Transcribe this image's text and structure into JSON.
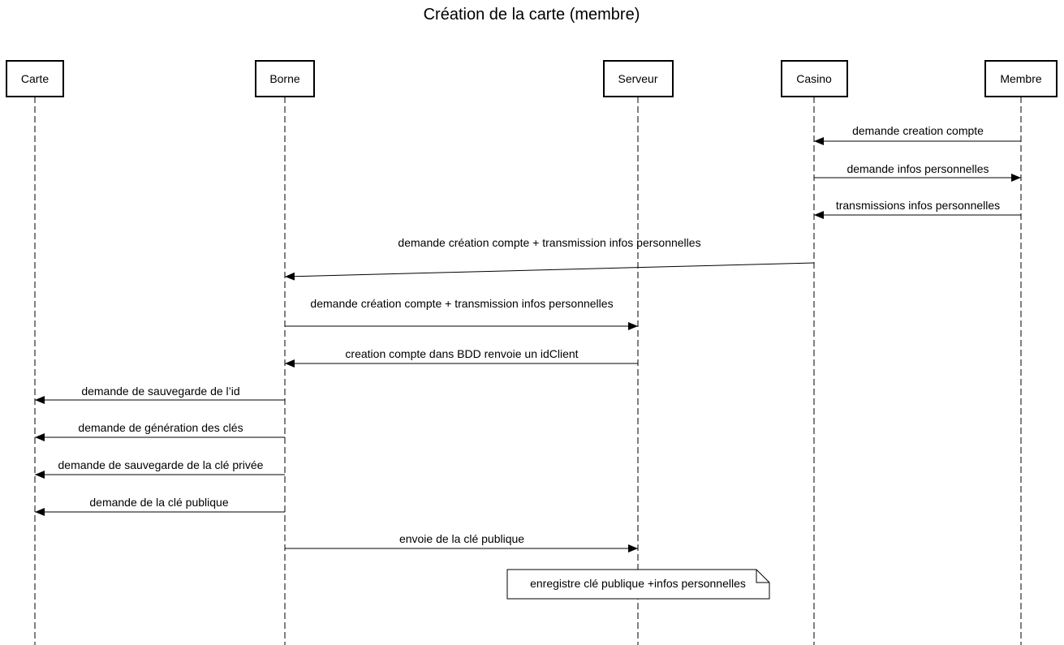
{
  "title": "Création de la carte (membre)",
  "participants": [
    {
      "id": "carte",
      "label": "Carte"
    },
    {
      "id": "borne",
      "label": "Borne"
    },
    {
      "id": "serveur",
      "label": "Serveur"
    },
    {
      "id": "casino",
      "label": "Casino"
    },
    {
      "id": "membre",
      "label": "Membre"
    }
  ],
  "messages": [
    {
      "from": "membre",
      "to": "casino",
      "label": "demande creation compte"
    },
    {
      "from": "casino",
      "to": "membre",
      "label": "demande infos personnelles"
    },
    {
      "from": "membre",
      "to": "casino",
      "label": "transmissions infos personnelles"
    },
    {
      "from": "casino",
      "to": "borne",
      "label": "demande création compte + transmission infos personnelles"
    },
    {
      "from": "borne",
      "to": "serveur",
      "label": "demande création compte + transmission infos personnelles"
    },
    {
      "from": "serveur",
      "to": "borne",
      "label": "creation compte dans BDD renvoie un idClient"
    },
    {
      "from": "borne",
      "to": "carte",
      "label": "demande de sauvegarde de l’id"
    },
    {
      "from": "borne",
      "to": "carte",
      "label": "demande de génération des clés"
    },
    {
      "from": "borne",
      "to": "carte",
      "label": "demande de sauvegarde de la clé privée"
    },
    {
      "from": "borne",
      "to": "carte",
      "label": "demande de la clé publique"
    },
    {
      "from": "borne",
      "to": "serveur",
      "label": "envoie de la clé publique"
    }
  ],
  "note": {
    "over": "serveur",
    "label": "enregistre clé publique +infos personnelles"
  },
  "colors": {
    "line": "#000000",
    "background": "#ffffff"
  }
}
